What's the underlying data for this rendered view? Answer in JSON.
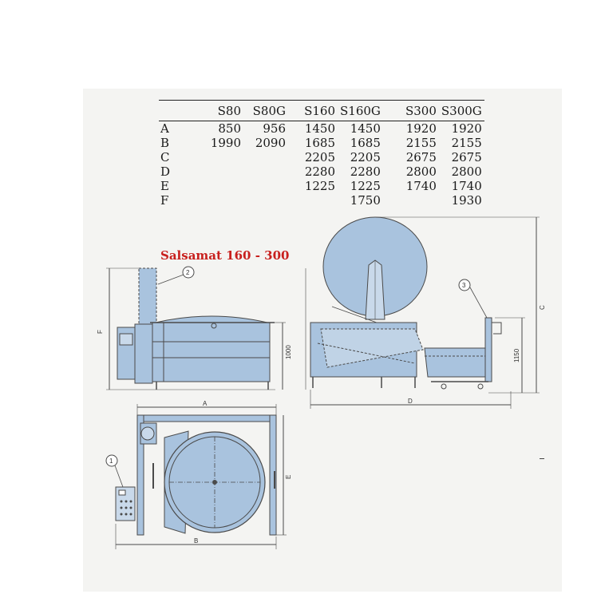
{
  "table": {
    "columns": [
      "S80",
      "S80G",
      "S160",
      "S160G",
      "S300",
      "S300G"
    ],
    "rows": [
      {
        "label": "A",
        "values": [
          "850",
          "956",
          "1450",
          "1450",
          "1920",
          "1920"
        ]
      },
      {
        "label": "B",
        "values": [
          "1990",
          "2090",
          "1685",
          "1685",
          "2155",
          "2155"
        ]
      },
      {
        "label": "C",
        "values": [
          "",
          "",
          "2205",
          "2205",
          "2675",
          "2675"
        ]
      },
      {
        "label": "D",
        "values": [
          "",
          "",
          "2280",
          "2280",
          "2800",
          "2800"
        ]
      },
      {
        "label": "E",
        "values": [
          "",
          "",
          "1225",
          "1225",
          "1740",
          "1740"
        ]
      },
      {
        "label": "F",
        "values": [
          "",
          "",
          "",
          "1750",
          "",
          "1930"
        ]
      }
    ]
  },
  "title": "Salsamat 160 - 300",
  "drawing": {
    "dim_letters": {
      "a": "A",
      "b": "B",
      "c": "C",
      "d": "D",
      "e": "E",
      "f": "F"
    },
    "dim_values": {
      "height": "1000",
      "trolley_height": "1150"
    },
    "callouts": [
      "1",
      "2",
      "3"
    ]
  },
  "colors": {
    "machine_fill": "#a9c3de",
    "line": "#4a4a4a",
    "title": "#c8201e"
  }
}
